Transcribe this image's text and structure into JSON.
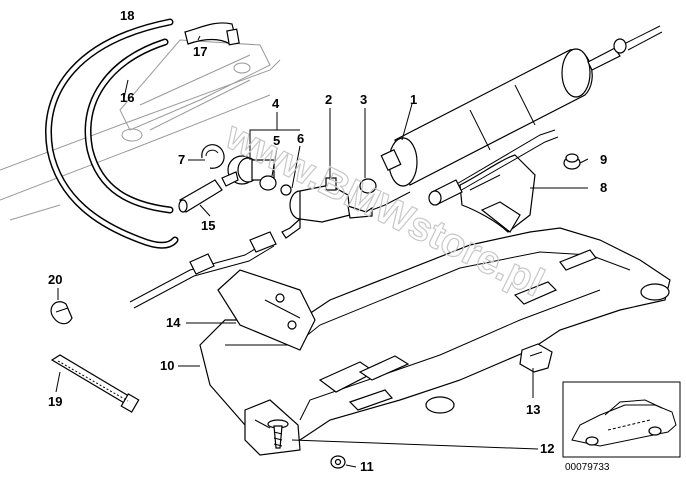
{
  "diagram": {
    "title": "Fuel filter, pressure regulator and underbody guard",
    "callouts": {
      "c1": "1",
      "c2": "2",
      "c3": "3",
      "c4": "4",
      "c5": "5",
      "c6": "6",
      "c7": "7",
      "c8": "8",
      "c9": "9",
      "c10": "10",
      "c11": "11",
      "c12": "12",
      "c13": "13",
      "c14": "14",
      "c15": "15",
      "c16": "16",
      "c17": "17",
      "c18": "18",
      "c19": "19",
      "c20": "20"
    },
    "watermark": "www.BMWstore.pl",
    "image_ref": "00079733"
  }
}
